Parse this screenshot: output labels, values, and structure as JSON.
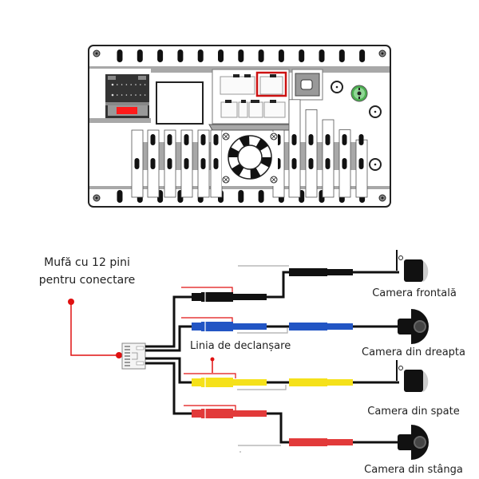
{
  "diagram": {
    "head_unit": {
      "name": "Head unit rear panel",
      "highlighted_connector": "12-pin camera port"
    },
    "labels": {
      "connector_title_line1": "Mufă cu 12 pini",
      "connector_title_line2": "pentru conectare",
      "trigger_line": "Linia de declanșare"
    },
    "cameras": [
      {
        "label": "Camera frontală",
        "cable_color": "#111111",
        "type": "bracket"
      },
      {
        "label": "Camera din dreapta",
        "cable_color": "#2255c4",
        "type": "dome"
      },
      {
        "label": "Camera din  spate",
        "cable_color": "#f5e11a",
        "type": "bracket"
      },
      {
        "label": "Camera din stânga",
        "cable_color": "#e23a3a",
        "type": "dome"
      }
    ],
    "colors": {
      "accent_red": "#e01010",
      "highlight_box": "#cc1111",
      "panel_gray": "#a8a8a8",
      "green_port": "#4caf50"
    }
  }
}
